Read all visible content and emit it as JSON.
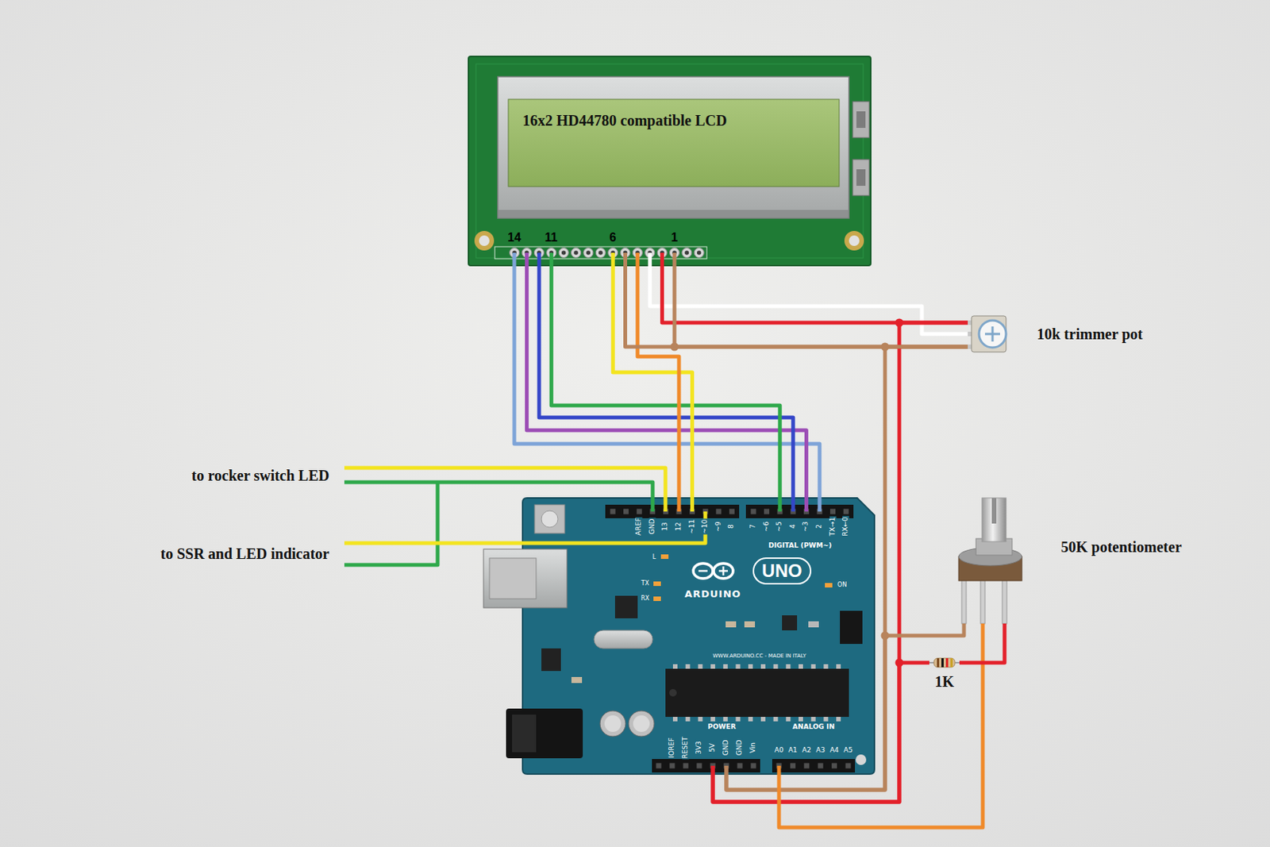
{
  "diagram": {
    "nodes": [
      {
        "text": [
          "16x2 HD44780 compatible LCD"
        ]
      },
      {
        "text": [
          "10k trimmer pot"
        ]
      },
      {
        "text": [
          "ARDUINO",
          "UNO"
        ]
      },
      {
        "text": [
          "50K potentiometer"
        ]
      },
      {
        "text": [
          "1K"
        ]
      }
    ],
    "edges": [
      {
        "from": 0,
        "to": 2,
        "arrow": "none"
      },
      {
        "from": 0,
        "to": 2,
        "arrow": "none"
      },
      {
        "from": 0,
        "to": 2,
        "arrow": "none"
      },
      {
        "from": 0,
        "to": 2,
        "arrow": "none"
      },
      {
        "from": 0,
        "to": 2,
        "arrow": "none"
      },
      {
        "from": 0,
        "to": 2,
        "arrow": "none"
      },
      {
        "from": 0,
        "to": 1,
        "arrow": "none"
      },
      {
        "from": 0,
        "to": 1,
        "arrow": "none"
      },
      {
        "from": 0,
        "to": 1,
        "arrow": "none"
      },
      {
        "from": 0,
        "to": 1,
        "arrow": "none"
      },
      {
        "from": 2,
        "to": 1,
        "arrow": "none"
      },
      {
        "from": 2,
        "to": 1,
        "arrow": "none"
      },
      {
        "from": 2,
        "to": 4,
        "arrow": "none"
      },
      {
        "from": 2,
        "to": 3,
        "arrow": "none"
      },
      {
        "from": 2,
        "to": 3,
        "arrow": "none"
      },
      {
        "from": 4,
        "to": 3,
        "arrow": "none"
      }
    ],
    "labels": [
      "14",
      "11",
      "6",
      "1",
      "to rocker switch LED",
      "to SSR and LED indicator",
      "AREF",
      "GND",
      "13",
      "12",
      "~11",
      "~10",
      "~9",
      "8",
      "7",
      "~6",
      "~5",
      "4",
      "~3",
      "2",
      "TX→1",
      "RX←0",
      "DIGITAL (PWM~)",
      "L",
      "TX",
      "RX",
      "ON",
      "WWW.ARDUINO.CC - MADE IN ITALY",
      "IOREF",
      "RESET",
      "3V3",
      "5V",
      "GND",
      "GND",
      "Vin",
      "A0",
      "A1",
      "A2",
      "A3",
      "A4",
      "A5",
      "POWER",
      "ANALOG IN"
    ]
  }
}
